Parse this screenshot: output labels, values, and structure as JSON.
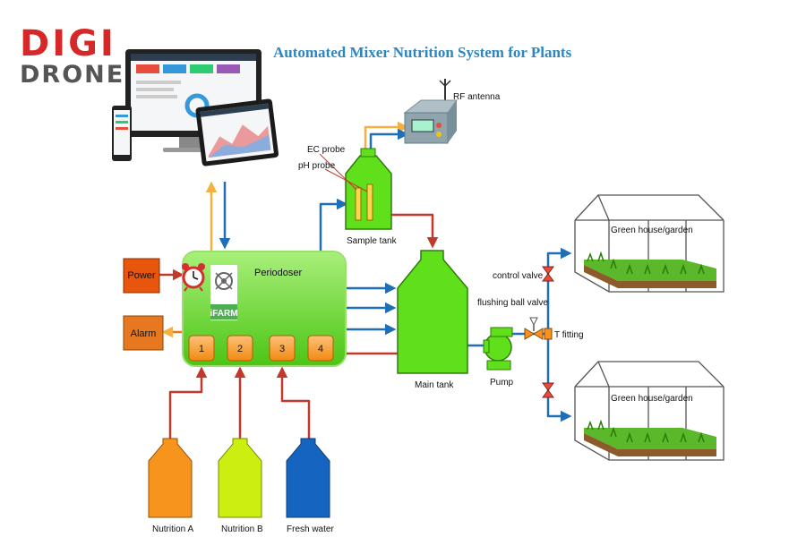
{
  "title": "Automated Mixer Nutrition System for Plants",
  "logo": {
    "line1": "DIGI",
    "line2": "DRONE"
  },
  "periodoser": {
    "label": "Periodoser",
    "brand": "iFARM",
    "ports": [
      "1",
      "2",
      "3",
      "4"
    ]
  },
  "inputs": {
    "power": "Power",
    "alarm": "Alarm"
  },
  "bottles": {
    "a": "Nutrition A",
    "b": "Nutrition B",
    "water": "Fresh water"
  },
  "tanks": {
    "main": "Main tank",
    "sample": "Sample tank"
  },
  "probes": {
    "ec": "EC probe",
    "ph": "pH probe"
  },
  "antenna": "RF antenna",
  "pump": "Pump",
  "valves": {
    "control": "control valve",
    "flushing": "flushing ball valve",
    "tee": "T fitting"
  },
  "greenhouses": [
    "Green house/garden",
    "Green house/garden"
  ],
  "colors": {
    "green": "#5fe01a",
    "orange": "#f7931e",
    "red_box": "#e8550c",
    "alarm_box": "#e87722",
    "pipe_red": "#c0392b",
    "pipe_blue": "#1f6fb8",
    "pipe_yellow": "#f5b041",
    "bottle_a": "#f7941d",
    "bottle_b": "#ccee11",
    "bottle_water": "#1565c0",
    "title_blue": "#2e86c1",
    "logo_red": "#d62828",
    "logo_gray": "#555555"
  },
  "icons": [
    "alarm-clock-icon",
    "ifarm-logo-icon",
    "antenna-icon",
    "monitor-icon",
    "tablet-icon",
    "phone-icon",
    "greenhouse-icon",
    "pump-icon",
    "valve-icon"
  ]
}
